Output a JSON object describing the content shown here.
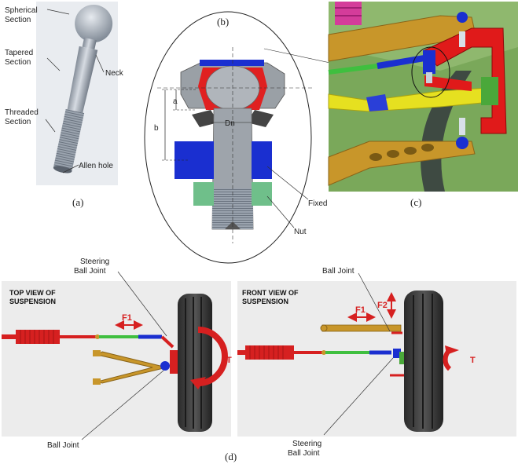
{
  "panel_a": {
    "caption": "(a)",
    "labels": {
      "spherical": [
        "Spherical",
        "Section"
      ],
      "tapered": [
        "Tapered",
        "Section"
      ],
      "neck": "Neck",
      "threaded": [
        "Threaded",
        "Section"
      ],
      "allen": "Allen hole"
    }
  },
  "panel_b": {
    "caption": "(b)",
    "labels": {
      "a": "a",
      "b": "b",
      "dn": "Dn",
      "fixed": "Fixed",
      "nut": "Nut"
    }
  },
  "panel_c": {
    "caption": "(c)"
  },
  "panel_d": {
    "caption": "(d)",
    "top_view": {
      "title": [
        "TOP VIEW OF",
        "SUSPENSION"
      ],
      "steering_ball_joint": [
        "Steering",
        "Ball Joint"
      ],
      "ball_joint": "Ball Joint",
      "f1": "F1",
      "t": "T"
    },
    "front_view": {
      "title": [
        "FRONT VIEW OF",
        "SUSPENSION"
      ],
      "ball_joint": "Ball Joint",
      "steering_ball_joint": [
        "Steering",
        "Ball Joint"
      ],
      "f1": "F1",
      "f2": "F2",
      "t": "T"
    }
  },
  "colors": {
    "red": "#d62020",
    "blue": "#1a2fd0",
    "gold": "#c8962a",
    "green": "#3fbf3f",
    "steel": "#a9b2bf",
    "tire": "#3a3a3a"
  }
}
